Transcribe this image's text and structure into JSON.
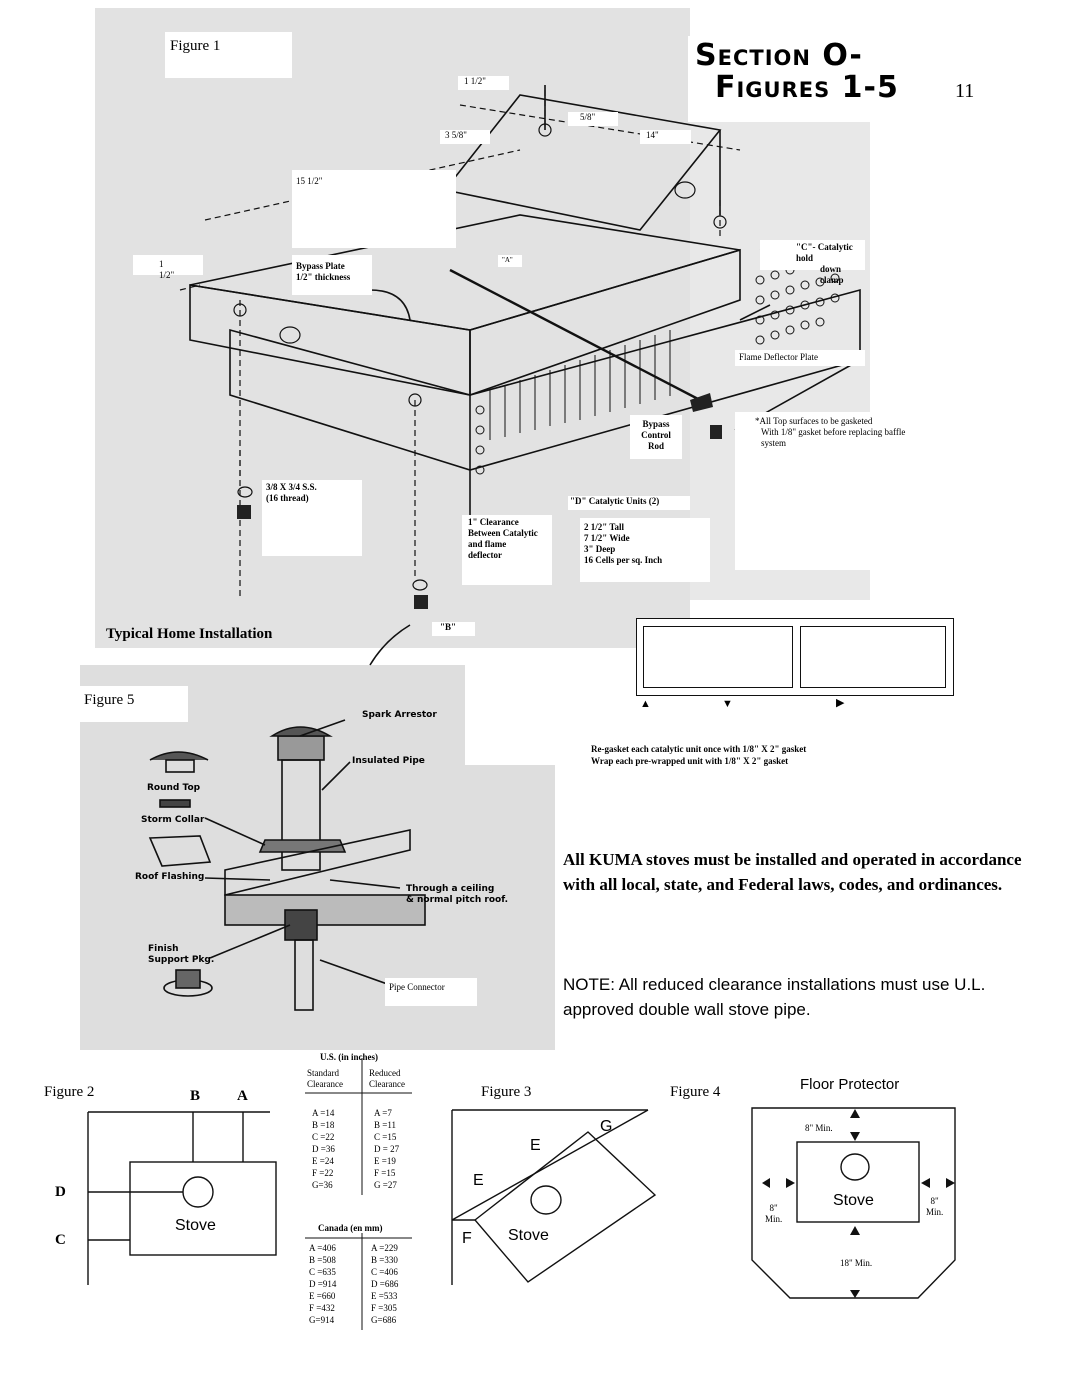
{
  "header": {
    "section_line1": "Section O-",
    "section_line2": "Figures 1-5",
    "page_number": "11"
  },
  "figure1": {
    "title": "Figure 1",
    "labels": {
      "dim_1_5_top": "1 1/2\"",
      "dim_5_8": "5/8\"",
      "dim_3_5_8": "3 5/8\"",
      "dim_14": "14\"",
      "dim_15_5": "15  1/2\"",
      "dim_1_5_left": "1 1/2\"",
      "bypass_plate_1": "Bypass Plate",
      "bypass_plate_2": "1/2\" thickness",
      "label_a": "\"A\"",
      "c_clamp_1": "\"C\"- Catalytic hold",
      "c_clamp_2": "down clamp",
      "flame_deflector": "Flame Deflector Plate",
      "gasket_note_1": "*All Top surfaces to be gasketed",
      "gasket_note_2": "With 1/8\" gasket before replacing baffle",
      "gasket_note_3": "system",
      "bypass_rod_1": "Bypass",
      "bypass_rod_2": "Control",
      "bypass_rod_3": "Rod",
      "bolt_1": "3/8 X 3/4 S.S.",
      "bolt_2": "(16 thread)",
      "d_units": "\"D\" Catalytic Units (2)",
      "clearance_1": "1\" Clearance",
      "clearance_2": "Between Catalytic",
      "clearance_3": "and flame",
      "clearance_4": "deflector",
      "spec_1": "2 1/2\" Tall",
      "spec_2": "7 1/2\" Wide",
      "spec_3": "3\" Deep",
      "spec_4": "16 Cells per sq. Inch",
      "label_b": "\"B\"",
      "regasket_1": "Re-gasket each catalytic unit once with 1/8\" X 2\" gasket",
      "regasket_2": "Wrap each pre-wrapped unit with 1/8\" X 2\" gasket"
    }
  },
  "figure5": {
    "section_title": "Typical Home Installation",
    "title": "Figure 5",
    "labels": {
      "spark_arrestor": "Spark Arrestor",
      "insulated_pipe": "Insulated Pipe",
      "round_top": "Round Top",
      "storm_collar": "Storm Collar",
      "roof_flashing": "Roof Flashing",
      "through_ceiling_1": "Through a ceiling",
      "through_ceiling_2": "& normal pitch roof.",
      "finish_support_1": "Finish",
      "finish_support_2": "Support Pkg.",
      "pipe_connector": "Pipe Connector"
    }
  },
  "notice": {
    "kuma": "All KUMA stoves must be installed and operated in accordance with all local, state, and Federal laws, codes, and ordinances.",
    "note": "NOTE: All reduced clearance installations must use U.L. approved double wall stove pipe."
  },
  "figure2": {
    "title": "Figure 2",
    "label_b": "B",
    "label_a": "A",
    "label_d": "D",
    "label_c": "C",
    "stove": "Stove"
  },
  "clearance_table": {
    "us_title": "U.S. (in inches)",
    "col_standard_1": "Standard",
    "col_standard_2": "Clearance",
    "col_reduced_1": "Reduced",
    "col_reduced_2": "Clearance",
    "us_rows": [
      [
        "A =14",
        "A =7"
      ],
      [
        "B =18",
        "B =11"
      ],
      [
        "C =22",
        "C =15"
      ],
      [
        "D =36",
        "D = 27"
      ],
      [
        "E =24",
        "E =19"
      ],
      [
        "F =22",
        "F =15"
      ],
      [
        "G=36",
        "G =27"
      ]
    ],
    "canada_title": "Canada (en mm)",
    "canada_rows": [
      [
        "A =406",
        "A =229"
      ],
      [
        "B =508",
        "B =330"
      ],
      [
        "C =635",
        "C =406"
      ],
      [
        "D =914",
        "D =686"
      ],
      [
        "E =660",
        "E =533"
      ],
      [
        "F =432",
        "F =305"
      ],
      [
        "G=914",
        "G=686"
      ]
    ]
  },
  "figure3": {
    "title": "Figure 3",
    "label_g": "G",
    "label_e1": "E",
    "label_e2": "E",
    "label_f": "F",
    "stove": "Stove"
  },
  "figure4": {
    "title": "Figure 4",
    "floor_protector": "Floor Protector",
    "min_top": "8\" Min.",
    "min_left_1": "8\"",
    "min_left_2": "Min.",
    "min_right_1": "8\"",
    "min_right_2": "Min.",
    "min_bottom": "18\" Min.",
    "stove": "Stove"
  }
}
